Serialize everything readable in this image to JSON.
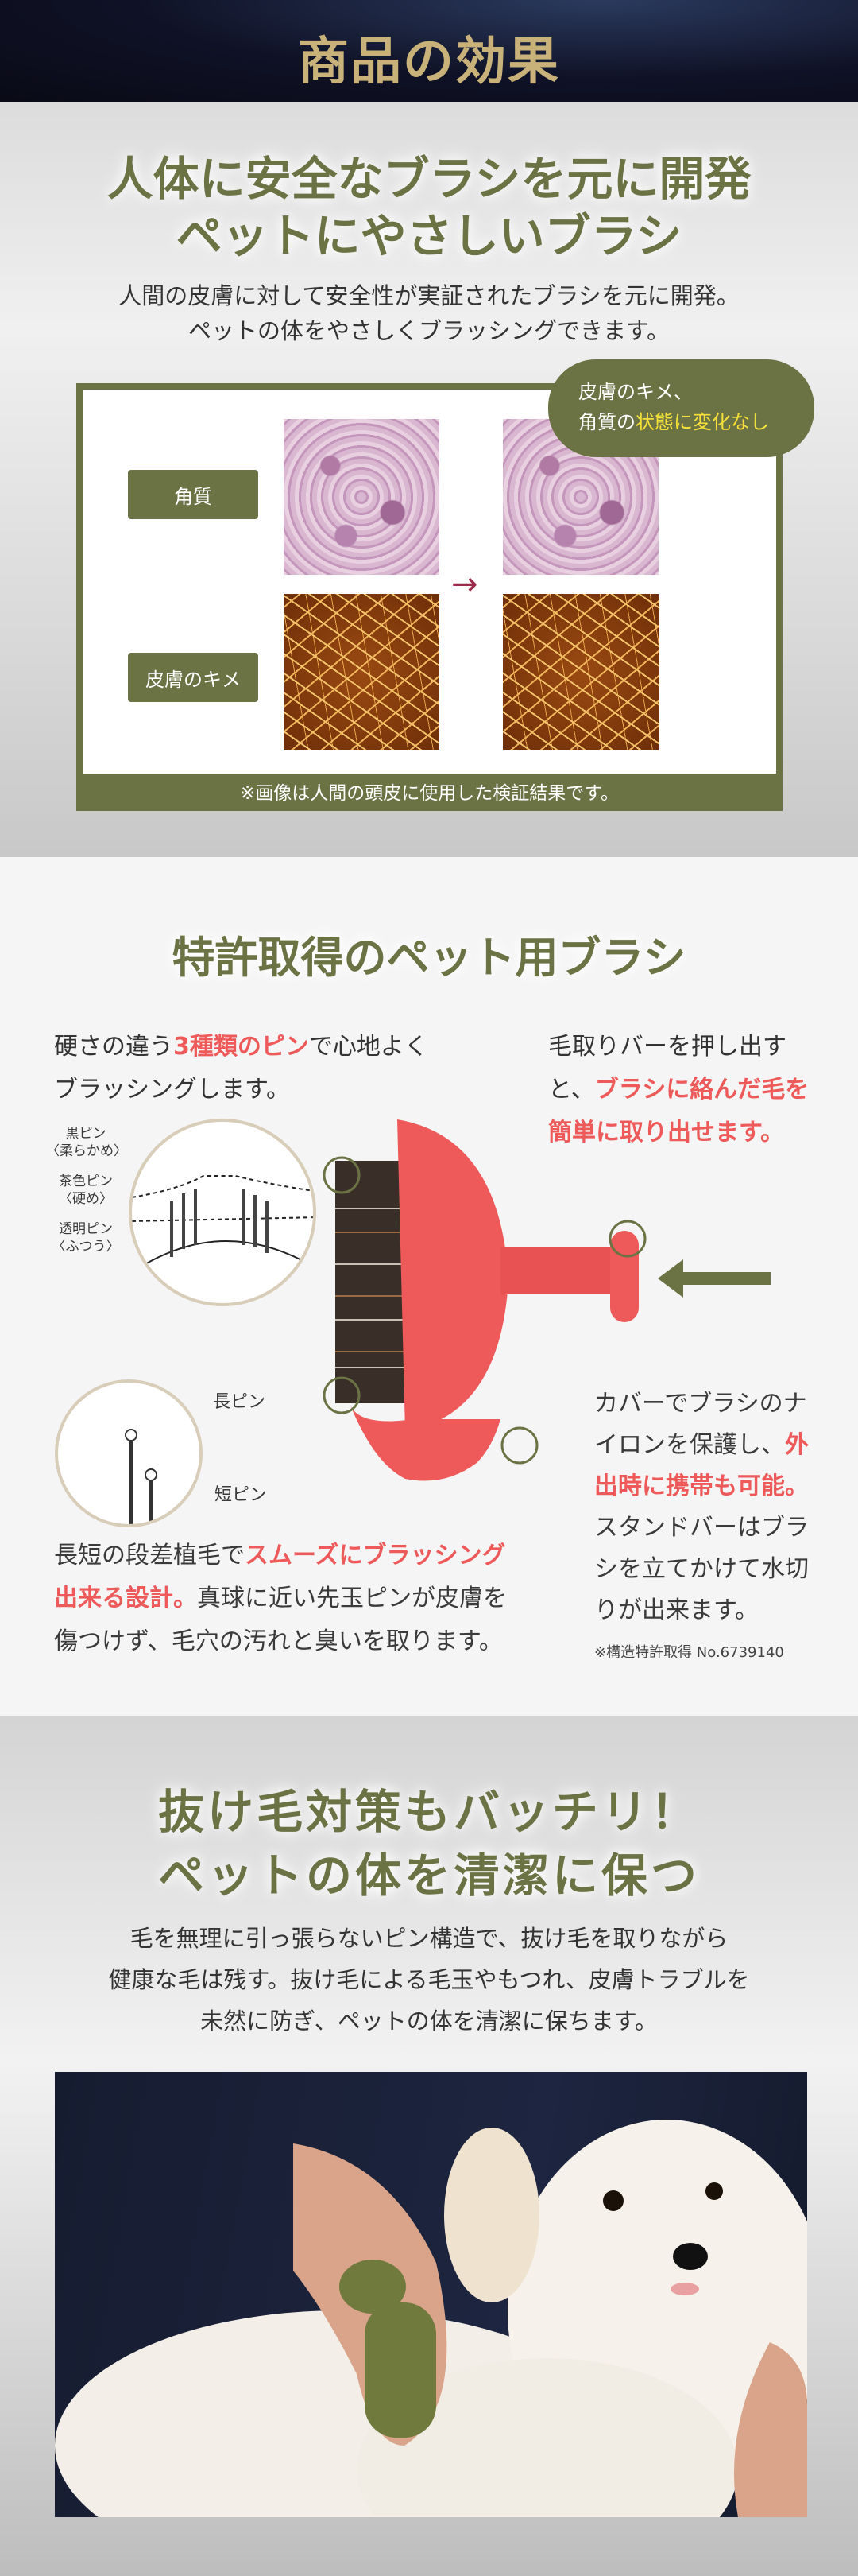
{
  "header": {
    "title": "商品の効果"
  },
  "section1": {
    "title_lines": [
      "人体に安全なブラシを元に開発",
      "ペットにやさしいブラシ"
    ],
    "body_lines": [
      "人間の皮膚に対して安全性が実証されたブラシを元に開発。",
      "ペットの体をやさしくブラッシングできます。"
    ],
    "labels": [
      "角質",
      "皮膚のキメ"
    ],
    "bubble": {
      "line1": "皮膚のキメ、",
      "line2_prefix": "角質の",
      "line2_highlight": "状態に変化なし"
    },
    "note": "※画像は人間の頭皮に使用した検証結果です。",
    "arrow_icon": "arrow-right-icon"
  },
  "section2": {
    "title": "特許取得のペット用ブラシ",
    "left_text": {
      "pre": "硬さの違う",
      "hl": "3種類のピン",
      "post": "で心地よく",
      "line2": "ブラッシングします。"
    },
    "right_text": {
      "line1": "毛取りバーを押し出す",
      "line2_pre": "と、",
      "line2_hl": "ブラシに絡んだ毛を",
      "line3_hl": "簡単に取り出せます。"
    },
    "pins": [
      {
        "name": "黒ピン",
        "sub": "〈柔らかめ〉"
      },
      {
        "name": "茶色ピン",
        "sub": "〈硬め〉"
      },
      {
        "name": "透明ピン",
        "sub": "〈ふつう〉"
      }
    ],
    "long_pin": "長ピン",
    "short_pin": "短ピン",
    "bottom_left": {
      "pre": "長短の段差植毛で",
      "hl": "スムーズにブラッシング出来る設計。",
      "post": "真球に近い先玉ピンが皮膚を傷つけず、毛穴の汚れと臭いを取ります。"
    },
    "bottom_right": {
      "pre": "カバーでブラシのナイロンを保護し、",
      "hl": "外出時に携帯も可能。",
      "post": "スタンドバーはブラシを立てかけて水切りが出来ます。"
    },
    "patent": "※構造特許取得 No.6739140",
    "colors": {
      "brush": "#ee5a5a",
      "accent": "#6b7345"
    }
  },
  "section3": {
    "title_lines": [
      "抜け毛対策もバッチリ！",
      "ペットの体を清潔に保つ"
    ],
    "body_lines": [
      "毛を無理に引っ張らないピン構造で、抜け毛を取りながら",
      "健康な毛は残す。抜け毛による毛玉やもつれ、皮膚トラブルを",
      "未然に防ぎ、ペットの体を清潔に保ちます。"
    ]
  }
}
